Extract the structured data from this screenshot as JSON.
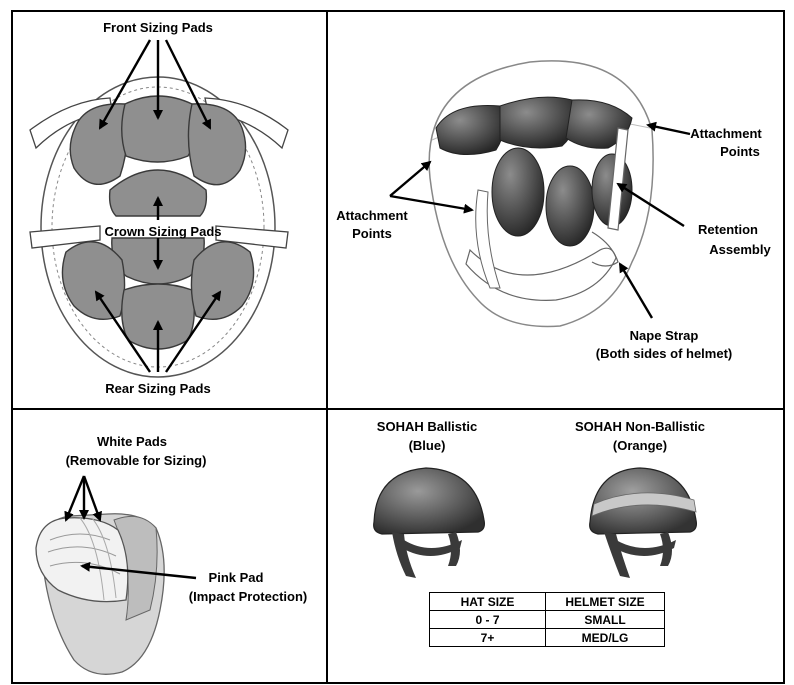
{
  "panels": {
    "pads": {
      "front_label": "Front Sizing Pads",
      "crown_label": "Crown Sizing Pads",
      "rear_label": "Rear Sizing Pads"
    },
    "helmet_interior": {
      "attachment_right_line1": "Attachment",
      "attachment_right_line2": "Points",
      "attachment_left_line1": "Attachment",
      "attachment_left_line2": "Points",
      "retention_line1": "Retention",
      "retention_line2": "Assembly",
      "nape_line1": "Nape Strap",
      "nape_line2": "(Both sides of helmet)"
    },
    "pad_detail": {
      "white_line1": "White Pads",
      "white_line2": "(Removable for Sizing)",
      "pink_line1": "Pink Pad",
      "pink_line2": "(Impact Protection)"
    },
    "helmets": {
      "ballistic_line1": "SOHAH Ballistic",
      "ballistic_line2": "(Blue)",
      "nonballistic_line1": "SOHAH Non-Ballistic",
      "nonballistic_line2": "(Orange)"
    }
  },
  "size_table": {
    "headers": [
      "HAT SIZE",
      "HELMET SIZE"
    ],
    "rows": [
      [
        "0 - 7",
        "SMALL"
      ],
      [
        "7+",
        "MED/LG"
      ]
    ]
  },
  "colors": {
    "pad_gray": "#8f8f8f",
    "helmet_dark": "#4a4a4a",
    "stripe": "#c8c8c8"
  }
}
